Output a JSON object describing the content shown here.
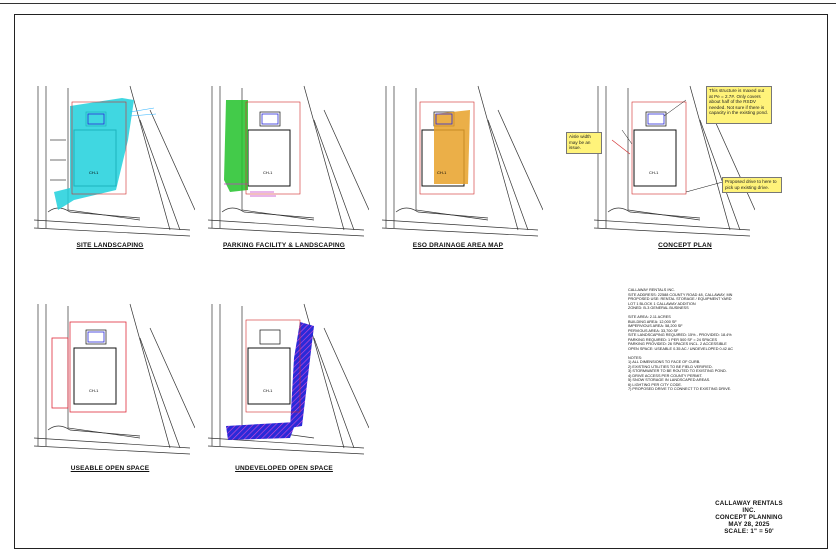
{
  "panels": [
    {
      "id": "site-landscaping",
      "caption": "SITE LANDSCAPING",
      "fill": "#1fd0dc"
    },
    {
      "id": "parking-facility-landscaping",
      "caption": "PARKING FACILITY & LANDSCAPING",
      "fill": "#22c22a"
    },
    {
      "id": "eso-drainage-area-map",
      "caption": "ESO DRAINAGE AREA MAP",
      "fill": "#e8a128"
    },
    {
      "id": "concept-plan",
      "caption": "CONCEPT PLAN",
      "fill": "#ffffff"
    },
    {
      "id": "usable-open-space",
      "caption": "USEABLE OPEN SPACE",
      "fill": "#e02a3a"
    },
    {
      "id": "undeveloped-open-space",
      "caption": "UNDEVELOPED OPEN SPACE",
      "fill": "#2a2ad8"
    }
  ],
  "building": {
    "label": "CH-1"
  },
  "callouts": {
    "structure_note": "This structure is maxed out at Pe = 2.7#. Only covers about half of the RSDV needed. Not sure if there is capacity in the existing pond.",
    "aisle_note": "Aisle width may be an issue.",
    "drive_note": "Proposed drive to here to pick up existing drive."
  },
  "site_notes": [
    "CALLAWAY RENTALS INC.",
    "SITE ADDRESS: 22588 COUNTY ROAD 48, CALLAWAY, MN",
    "PROPOSED USE: RENTAL STORAGE / EQUIPMENT YARD",
    "LOT 1 BLOCK 1 CALLAWAY ADDITION",
    "ZONED: B-3 GENERAL BUSINESS",
    "",
    "SITE AREA: 2.11 ACRES",
    "BUILDING AREA: 12,000 SF",
    "IMPERVIOUS AREA: 58,200 SF",
    "PERVIOUS AREA: 33,700 SF",
    "SITE LANDSCAPING REQUIRED: 15% - PROVIDED: 18.4%",
    "PARKING REQUIRED: 1 PER 500 SF = 24 SPACES",
    "PARKING PROVIDED: 26 SPACES INCL. 2 ACCESSIBLE",
    "OPEN SPACE: USEABLE 0.35 AC / UNDEVELOPED 0.42 AC",
    "",
    "NOTES:",
    "1) ALL DIMENSIONS TO FACE OF CURB.",
    "2) EXISTING UTILITIES TO BE FIELD VERIFIED.",
    "3) STORMWATER TO BE ROUTED TO EXISTING POND.",
    "4) DRIVE ACCESS PER COUNTY PERMIT.",
    "5) SNOW STORAGE IN LANDSCAPED AREAS.",
    "6) LIGHTING PER CITY CODE.",
    "7) PROPOSED DRIVE TO CONNECT TO EXISTING DRIVE."
  ],
  "title_block": {
    "line1": "CALLAWAY RENTALS INC.",
    "line2": "CONCEPT PLANNING",
    "line3": "MAY 28, 2025",
    "line4": "SCALE: 1\" = 50'"
  }
}
